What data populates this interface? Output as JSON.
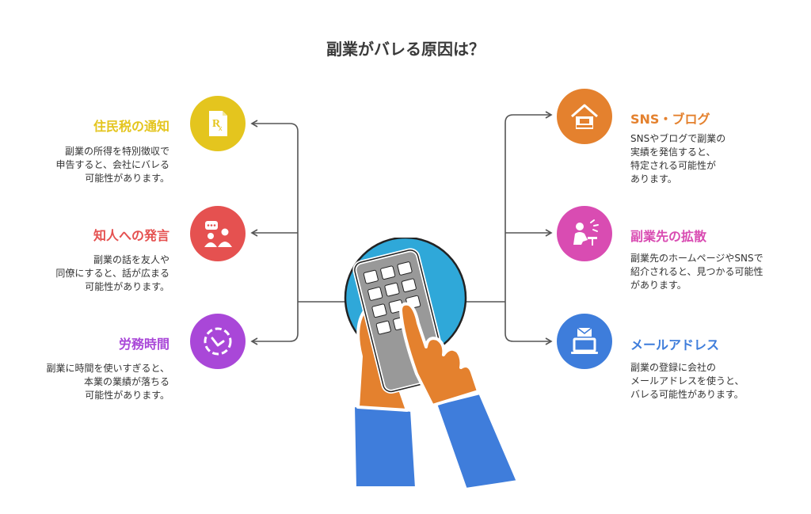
{
  "title": "副業がバレる原因は？",
  "items": [
    {
      "label": "住民税の通知",
      "desc": "副業の所得を特別徴収で\n申告すると、会社にバレる\n可能性があります。",
      "color": "#E4C51E",
      "icon": "prescription-icon"
    },
    {
      "label": "知人への発言",
      "desc": "副業の話を友人や\n同僚にすると、話が広まる\n可能性があります。",
      "color": "#E55150",
      "icon": "people-chat-icon"
    },
    {
      "label": "労務時間",
      "desc": "副業に時間を使いすぎると、\n本業の業績が落ちる\n可能性があります。",
      "color": "#A947D8",
      "icon": "time-cycle-icon"
    },
    {
      "label": "SNS・ブログ",
      "desc": "SNSやブログで副業の\n実績を発信すると、\n特定される可能性が\nあります。",
      "color": "#E4812E",
      "icon": "house-icon"
    },
    {
      "label": "副業先の拡散",
      "desc": "副業先のホームページやSNSで\n紹介されると、見つかる可能性\nがあります。",
      "color": "#D94CB2",
      "icon": "presenter-icon"
    },
    {
      "label": "メールアドレス",
      "desc": "副業の登録に会社の\nメールアドレスを使うと、\nバレる可能性があります。",
      "color": "#3E7DDB",
      "icon": "laptop-mail-icon"
    }
  ],
  "hub": {
    "icon": "calculator-hands-icon"
  }
}
